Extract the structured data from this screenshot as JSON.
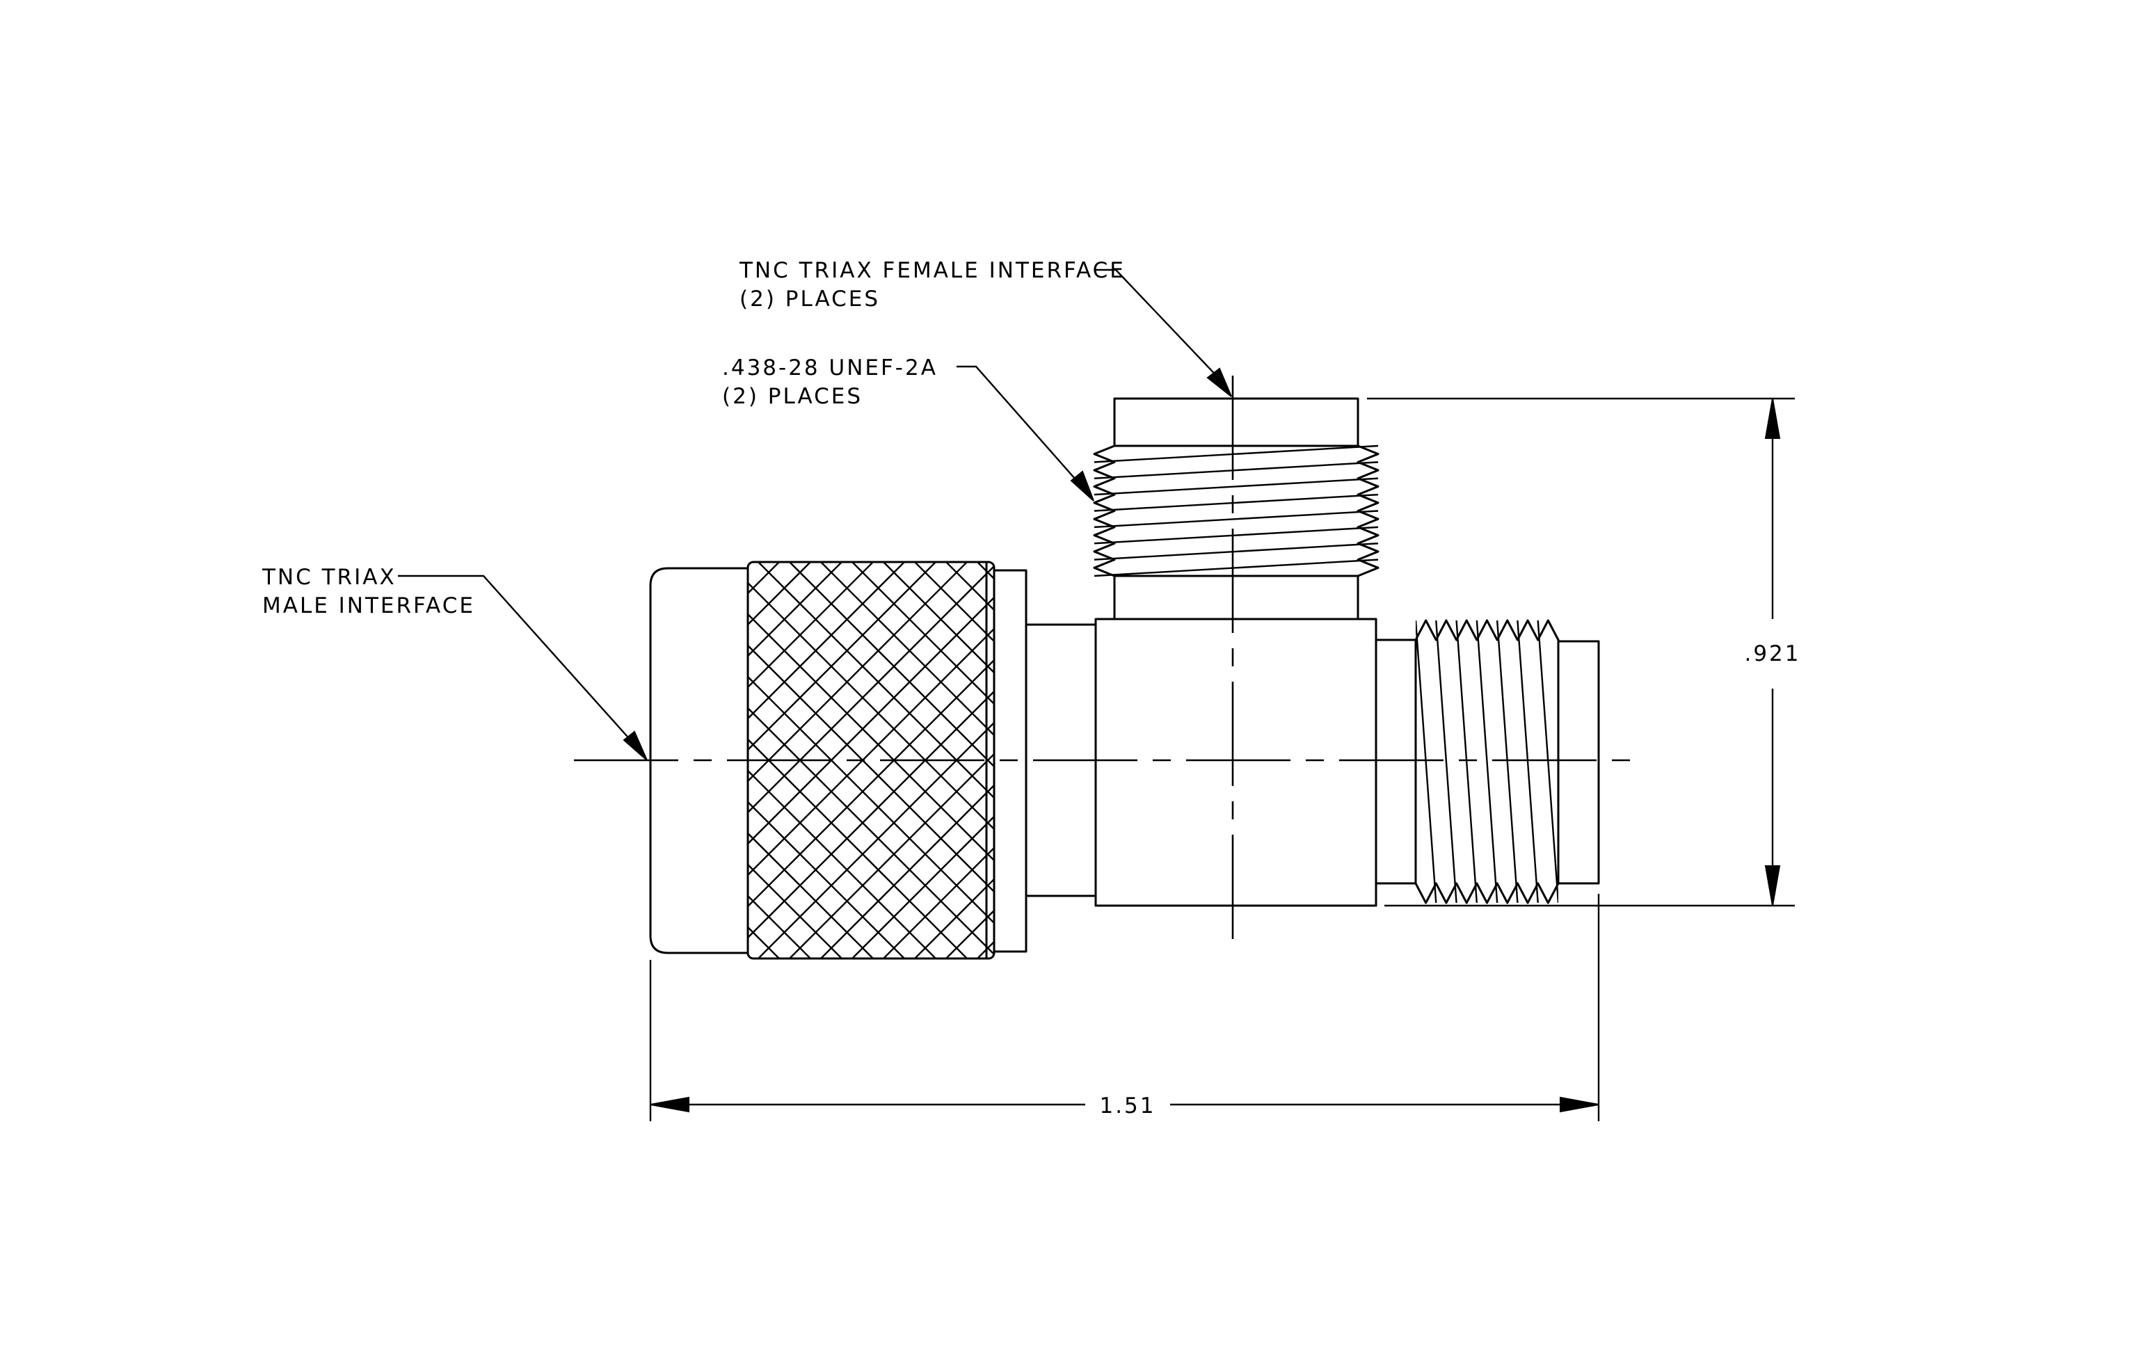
{
  "labels": {
    "female_line1": "TNC TRIAX FEMALE INTERFACE",
    "female_line2": "(2) PLACES",
    "thread_line1": ".438-28 UNEF-2A",
    "thread_line2": "(2) PLACES",
    "male_line1": "TNC TRIAX",
    "male_line2": "MALE INTERFACE"
  },
  "dimensions": {
    "height": ".921",
    "length": "1.51"
  },
  "colors": {
    "line": "#000000",
    "background": "#ffffff"
  }
}
